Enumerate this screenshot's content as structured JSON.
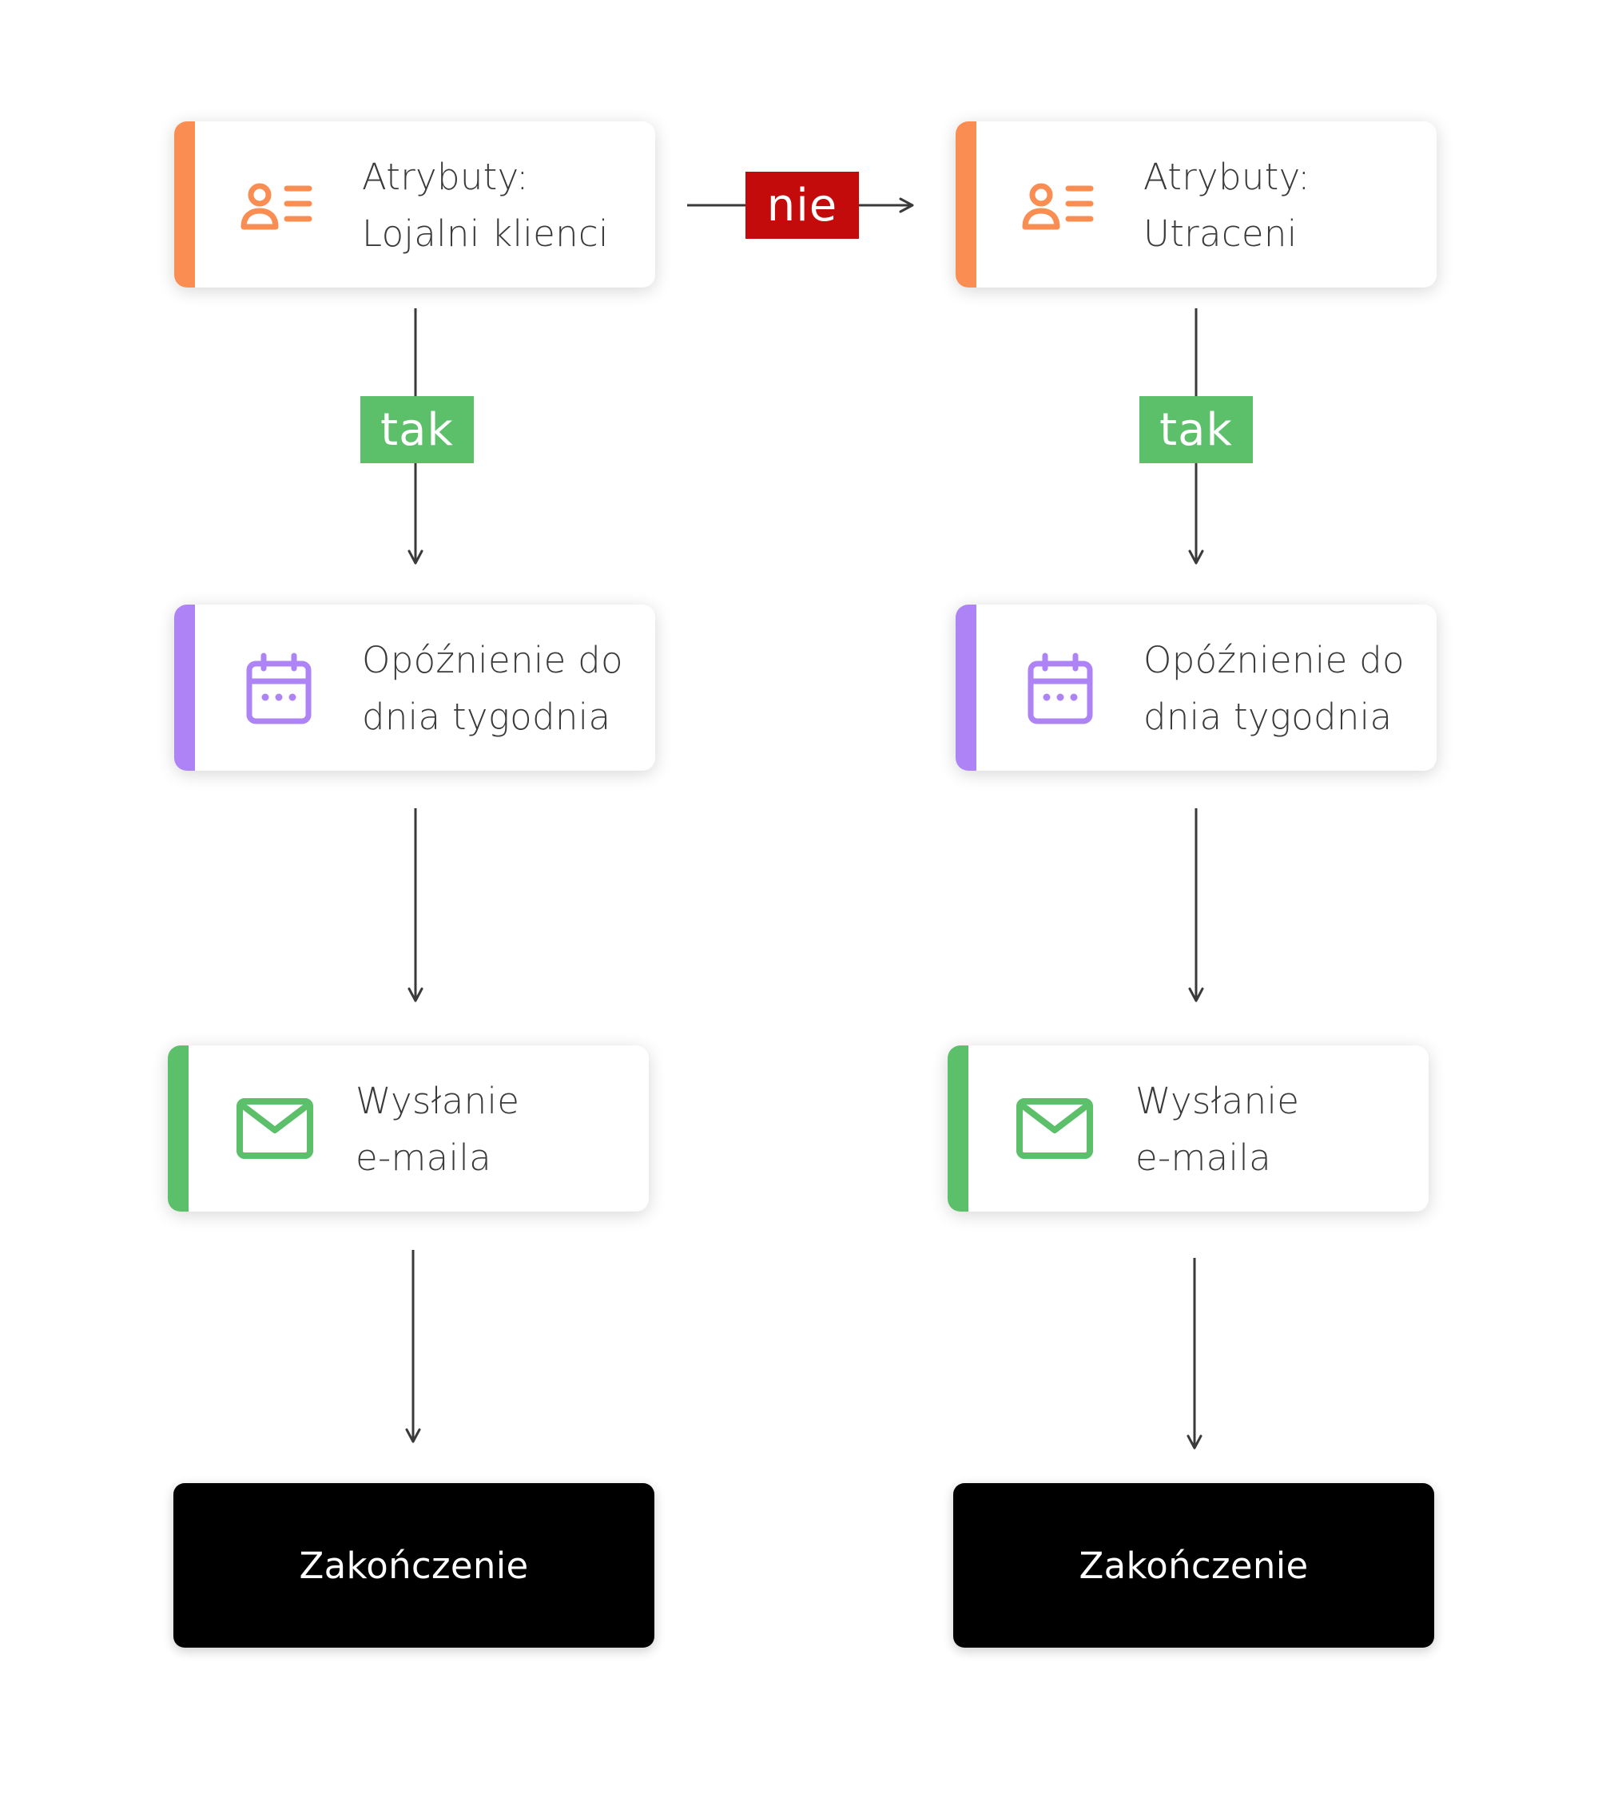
{
  "colors": {
    "attribute": "#f98d52",
    "delay": "#ad83f6",
    "email": "#5cbf6a",
    "yes": "#5cbf6a",
    "no": "#c30b0b",
    "end": "#000000",
    "connector": "#3a3a3a"
  },
  "branch_no_label": "nie",
  "columns": [
    {
      "attribute": {
        "icon": "contact-card-icon",
        "line1": "Atrybuty:",
        "line2": "Lojalni klienci"
      },
      "yes_label": "tak",
      "delay": {
        "icon": "calendar-icon",
        "line1": "Opóźnienie do",
        "line2": "dnia tygodnia"
      },
      "email": {
        "icon": "envelope-icon",
        "line1": "Wysłanie",
        "line2": "e-maila"
      },
      "end_label": "Zakończenie"
    },
    {
      "attribute": {
        "icon": "contact-card-icon",
        "line1": "Atrybuty:",
        "line2": "Utraceni"
      },
      "yes_label": "tak",
      "delay": {
        "icon": "calendar-icon",
        "line1": "Opóźnienie do",
        "line2": "dnia tygodnia"
      },
      "email": {
        "icon": "envelope-icon",
        "line1": "Wysłanie",
        "line2": "e-maila"
      },
      "end_label": "Zakończenie"
    }
  ]
}
